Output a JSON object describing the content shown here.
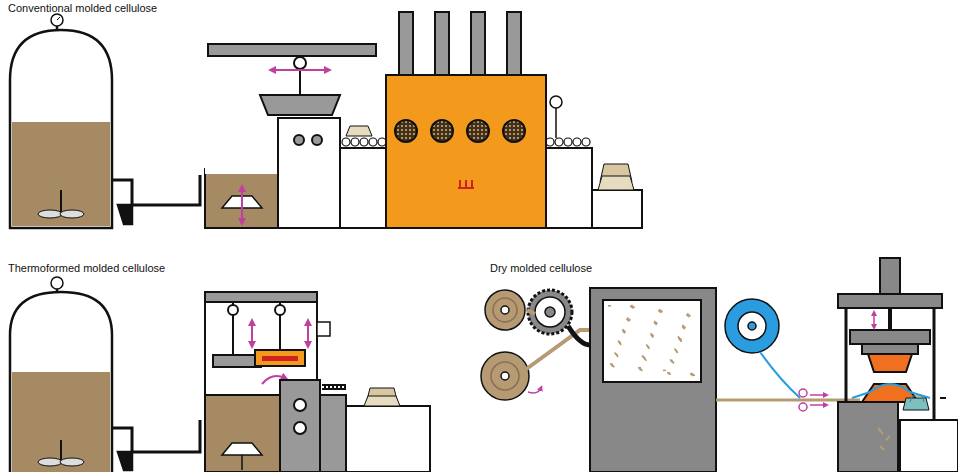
{
  "diagram": {
    "labels": [
      "Conventional molded cellulose",
      "Thermoformed molded cellulose",
      "Dry molded cellulose"
    ]
  }
}
